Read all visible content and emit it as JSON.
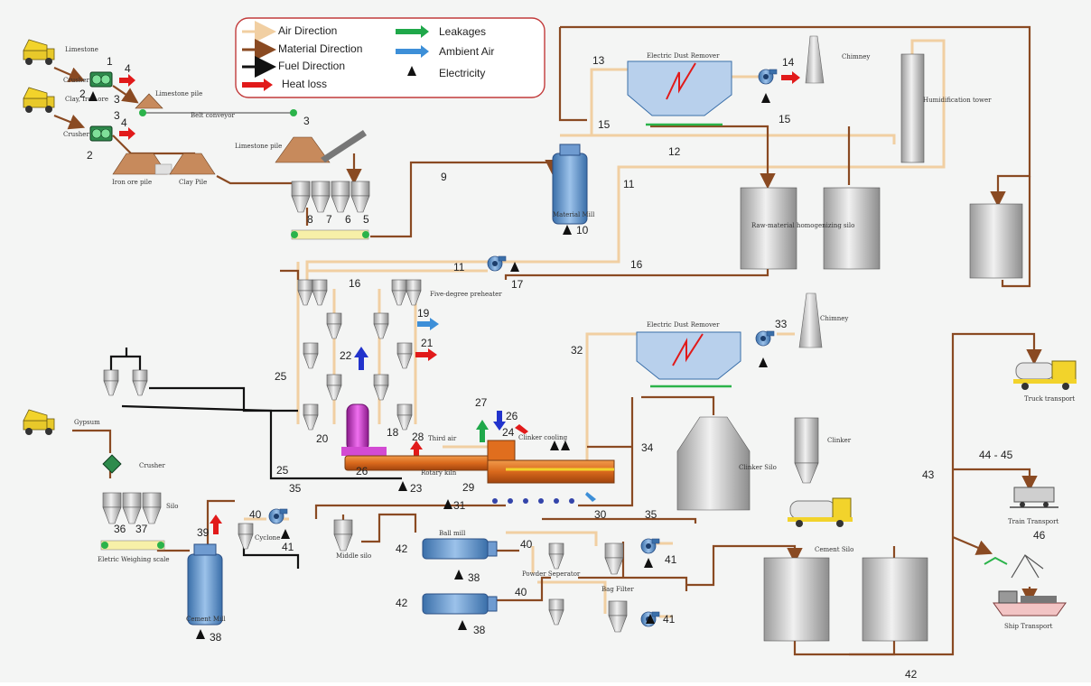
{
  "colors": {
    "air": "#f1cfa2",
    "material": "#8a4a22",
    "fuel": "#111111",
    "heat": "#e11a1a",
    "leak": "#1fa84a",
    "ambient": "#3d8fd8",
    "equipment": "#4f88c6",
    "silo": "#c7c7c7",
    "pile": "#c78a5c",
    "kiln": "#d9691c",
    "magenta": "#cc22cc",
    "yellow": "#f2d32b"
  },
  "legend": {
    "air": "Air Direction",
    "material": "Material Direction",
    "fuel": "Fuel Direction",
    "heat": "Heat loss",
    "leak": "Leakages",
    "ambient": "Ambient Air",
    "electricity": "Electricity"
  },
  "labels": {
    "limestone": "Limestone",
    "clay_iron": "Clay, Iron ore",
    "crusher1": "Crusher",
    "crusher2": "Crusher",
    "limestone_pile": "Limestone pile",
    "belt_conveyor": "Belt conveyor",
    "limestone_pile2": "Limestone pile",
    "iron_ore_pile": "Iron ore pile",
    "clay_pile": "Clay Pile",
    "edr1": "Electric Dust Remover",
    "chimney1": "Chimney",
    "humid_tower": "Humidification tower",
    "material_mill": "Material Mill",
    "homog_silo": "Raw-material homogenizing silo",
    "preheater": "Five-degree preheater",
    "edr2": "Electric Dust Remover",
    "chimney2": "Chimney",
    "truck": "Truck transport",
    "gypsum": "Gypsum",
    "crusher3": "Crusher",
    "silo": "Silo",
    "weigh": "Eletric Weighing scale",
    "third_air": "Third air",
    "clinker_cooling": "Clinker cooling",
    "rotary_kiln": "Rotary kiln",
    "clinker_silo": "Clinker Silo",
    "clinker": "Clinker",
    "cyclone": "Cyclone",
    "middle_silo": "Middle silo",
    "ball_mill": "Ball mill",
    "powder_sep": "Powder Seperator",
    "bag_filter": "Bag Filter",
    "cement_mill": "Cement Mill",
    "cement_silo": "Cement Silo",
    "train": "Train Transport",
    "ship": "Ship Transport"
  },
  "numbers": {
    "n1": "1",
    "n2a": "2",
    "n3a": "3",
    "n4a": "4",
    "n3b": "3",
    "n4b": "4",
    "n2b": "2",
    "n3c": "3",
    "n8": "8",
    "n7": "7",
    "n6": "6",
    "n5": "5",
    "n9": "9",
    "n13": "13",
    "n14": "14",
    "n15a": "15",
    "n15b": "15",
    "n12": "12",
    "n11a": "11",
    "n10": "10",
    "n11b": "11",
    "n17": "17",
    "n16a": "16",
    "n16b": "16",
    "n19": "19",
    "n21": "21",
    "n22": "22",
    "n32": "32",
    "n33": "33",
    "n25a": "25",
    "n27": "27",
    "n26a": "26",
    "n24": "24",
    "n28": "28",
    "n20": "20",
    "n18": "18",
    "n26b": "26",
    "n23": "23",
    "n29": "29",
    "n25b": "25",
    "n35a": "35",
    "n34": "34",
    "n31": "31",
    "n30": "30",
    "n35b": "35",
    "n43": "43",
    "n4445": "44 - 45",
    "n46": "46",
    "n36": "36",
    "n37": "37",
    "n39": "39",
    "n40a": "40",
    "n41a": "41",
    "n42a": "42",
    "n38a": "38",
    "n40b": "40",
    "n41b": "41",
    "n42b": "42",
    "n38b": "38",
    "n40c": "40",
    "n41c": "41",
    "n38c": "38",
    "n42c": "42"
  }
}
